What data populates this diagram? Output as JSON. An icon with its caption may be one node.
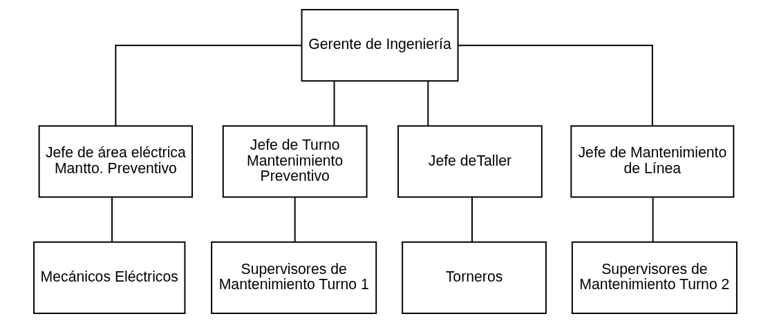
{
  "diagram": {
    "nodes": [
      {
        "text": [
          "Gerente de Ingeniería"
        ]
      },
      {
        "text": [
          "Jefe de área eléctrica Mantto. Preventivo"
        ]
      },
      {
        "text": [
          "Jefe de Turno Mantenimiento Preventivo"
        ]
      },
      {
        "text": [
          "Jefe deTaller"
        ]
      },
      {
        "text": [
          "Jefe de Mantenimiento de Línea"
        ]
      },
      {
        "text": [
          "Mecánicos Eléctricos"
        ]
      },
      {
        "text": [
          "Supervisores de Mantenimiento Turno 1"
        ]
      },
      {
        "text": [
          "Torneros"
        ]
      },
      {
        "text": [
          "Supervisores de Mantenimiento Turno 2"
        ]
      }
    ],
    "edges": [
      {
        "from": 0,
        "to": 1,
        "arrow": "none"
      },
      {
        "from": 0,
        "to": 2,
        "arrow": "none"
      },
      {
        "from": 0,
        "to": 3,
        "arrow": "none"
      },
      {
        "from": 0,
        "to": 4,
        "arrow": "none"
      },
      {
        "from": 1,
        "to": 5,
        "arrow": "none"
      },
      {
        "from": 2,
        "to": 6,
        "arrow": "none"
      },
      {
        "from": 3,
        "to": 7,
        "arrow": "none"
      },
      {
        "from": 4,
        "to": 8,
        "arrow": "none"
      }
    ]
  }
}
